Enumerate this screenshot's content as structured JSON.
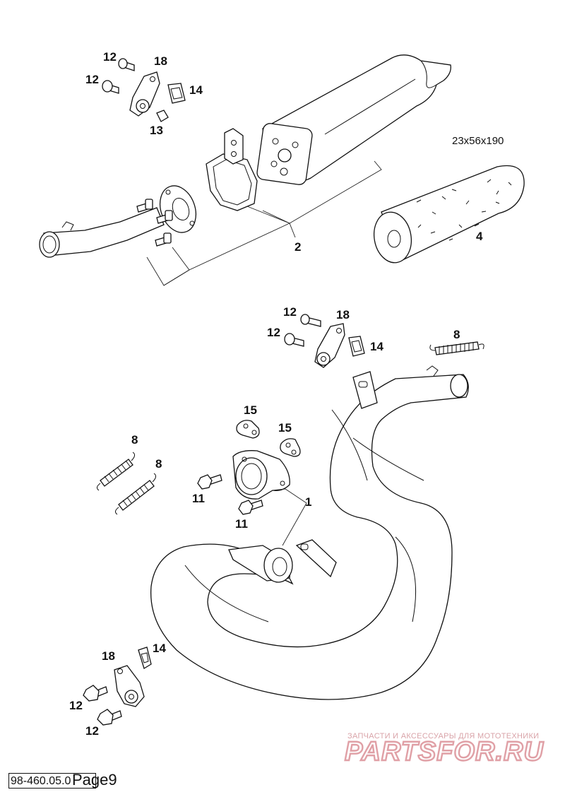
{
  "callouts": {
    "c12a": "12",
    "c12b": "12",
    "c18a": "18",
    "c14a": "14",
    "c13": "13",
    "c2": "2",
    "c4": "4",
    "c12c": "12",
    "c12d": "12",
    "c18b": "18",
    "c14b": "14",
    "c8a": "8",
    "c15a": "15",
    "c15b": "15",
    "c8b": "8",
    "c8c": "8",
    "c11a": "11",
    "c11b": "11",
    "c1": "1",
    "c18c": "18",
    "c14c": "14",
    "c12e": "12",
    "c12f": "12"
  },
  "dimension": "23x56x190",
  "footer": {
    "code": "98-460.05.0",
    "page": "Page9"
  },
  "watermark": {
    "subtitle": "ЗАПЧАСТИ И АКСЕССУАРЫ ДЛЯ МОТОТЕХНИКИ",
    "brand": "PARTSFOR.RU"
  }
}
